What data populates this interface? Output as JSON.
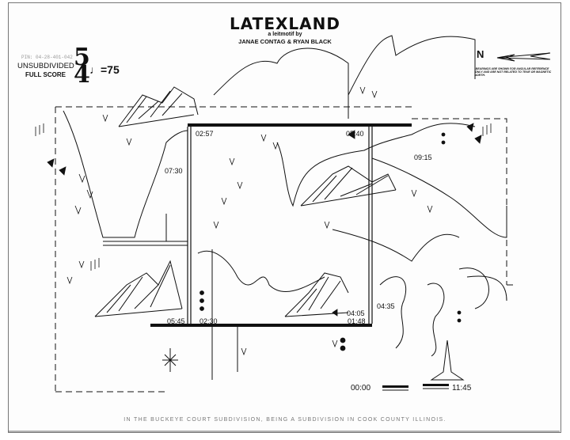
{
  "header": {
    "title": "LATEXLAND",
    "subtitle": "a leitmotif by",
    "authors": "JANAE CONTAG & RYAN BLACK"
  },
  "score_info": {
    "pin": "PIN: 04-28-401-042",
    "type": "UNSUBDIVIDED",
    "label": "FULL SCORE",
    "time_signature_top": "5",
    "time_signature_bottom": "4",
    "tempo": "♩=75"
  },
  "compass": {
    "north_label": "N",
    "note": "BEARINGS ARE SHOWN FOR ANGULAR REFERENCE ONLY AND ARE NOT RELATED TO TRUE OR MAGNETIC NORTH."
  },
  "timestamps": [
    "02:57",
    "05:40",
    "07:30",
    "09:15",
    "05:45",
    "02:30",
    "04:05",
    "01:48",
    "04:35"
  ],
  "timeline": {
    "start": "00:00",
    "end": "11:45"
  },
  "footer": "IN THE BUCKEYE COURT SUBDIVISION, BEING A SUBDIVISION IN COOK COUNTY ILLINOIS."
}
